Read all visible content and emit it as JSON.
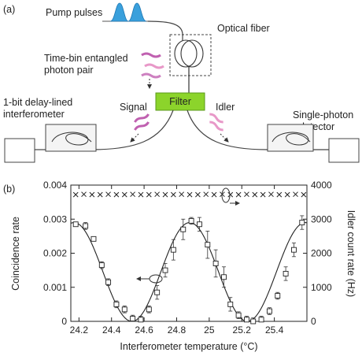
{
  "panel_a": {
    "label": "(a)",
    "pump_label": "Pump pulses",
    "fiber_label": "Optical fiber",
    "photon_pair_label_line1": "Time-bin entangled",
    "photon_pair_label_line2": "photon pair",
    "filter_label": "Filter",
    "signal_label": "Signal",
    "idler_label": "Idler",
    "interferometer_label_line1": "1-bit delay-lined",
    "interferometer_label_line2": "interferometer",
    "detector_label": "Single-photon",
    "detector_label_line2": "detector",
    "colors": {
      "filter": "#8cd42b",
      "pump": "#3aa0dc",
      "signal_photon": "#c060b0",
      "idler_photon": "#e898c8"
    }
  },
  "panel_b": {
    "label": "(b)"
  },
  "chart_data": {
    "type": "scatter",
    "xlabel": "Interferometer temperature (°C)",
    "ylabel": "Coincidence rate",
    "y2label": "Idler count rate (Hz)",
    "xlim": [
      24.15,
      25.6
    ],
    "ylim": [
      0,
      0.004
    ],
    "y2lim": [
      0,
      4000
    ],
    "x_ticks": [
      "24.2",
      "24.4",
      "24.6",
      "24.8",
      "25",
      "25.2",
      "25.4"
    ],
    "y_ticks": [
      "0",
      "0.001",
      "0.002",
      "0.003",
      "0.004"
    ],
    "y2_ticks": [
      "0",
      "1000",
      "2000",
      "3000",
      "4000"
    ],
    "series": [
      {
        "marker": "square",
        "axis": "left",
        "x": [
          24.18,
          24.24,
          24.29,
          24.34,
          24.38,
          24.43,
          24.48,
          24.53,
          24.58,
          24.63,
          24.68,
          24.73,
          24.78,
          24.84,
          24.89,
          24.94,
          24.99,
          25.04,
          25.09,
          25.13,
          25.18,
          25.23,
          25.27,
          25.32,
          25.37,
          25.42,
          25.47,
          25.52,
          25.57
        ],
        "y": [
          0.00285,
          0.0028,
          0.00242,
          0.00165,
          0.00115,
          0.0005,
          0.00035,
          8e-05,
          5e-05,
          0.00035,
          0.00085,
          0.0015,
          0.0021,
          0.0027,
          0.00295,
          0.00285,
          0.00225,
          0.0017,
          0.0013,
          0.0005,
          0.00018,
          5e-05,
          0.0,
          5e-05,
          0.0003,
          0.00075,
          0.0014,
          0.0021,
          0.0029
        ],
        "err": [
          0.0,
          0.0001,
          5e-05,
          0.0001,
          0.0001,
          0.0001,
          0.0001,
          0.0001,
          0.0001,
          0.0001,
          0.0002,
          0.0002,
          0.0003,
          0.0003,
          0.0001,
          0.0002,
          0.0004,
          0.0004,
          0.0003,
          0.0002,
          0.0001,
          0.0001,
          0.0001,
          0.0001,
          0.0001,
          0.0001,
          0.0002,
          0.0002,
          0.0002
        ]
      },
      {
        "marker": "x",
        "axis": "right",
        "x": [
          24.18,
          24.23,
          24.28,
          24.33,
          24.38,
          24.43,
          24.48,
          24.53,
          24.58,
          24.63,
          24.68,
          24.73,
          24.78,
          24.83,
          24.88,
          24.93,
          24.98,
          25.03,
          25.08,
          25.13,
          25.18,
          25.23,
          25.28,
          25.33,
          25.38,
          25.43,
          25.48,
          25.53,
          25.58
        ],
        "y": [
          3720,
          3730,
          3720,
          3720,
          3730,
          3720,
          3720,
          3730,
          3720,
          3720,
          3730,
          3720,
          3720,
          3730,
          3720,
          3720,
          3730,
          3720,
          3730,
          3720,
          3720,
          3730,
          3720,
          3720,
          3730,
          3720,
          3720,
          3730,
          3720
        ]
      },
      {
        "type": "line",
        "axis": "left",
        "fit": "cosine",
        "amplitude": 0.00145,
        "offset": 0.00145,
        "peak_x": 24.88,
        "period": 0.71
      }
    ]
  }
}
